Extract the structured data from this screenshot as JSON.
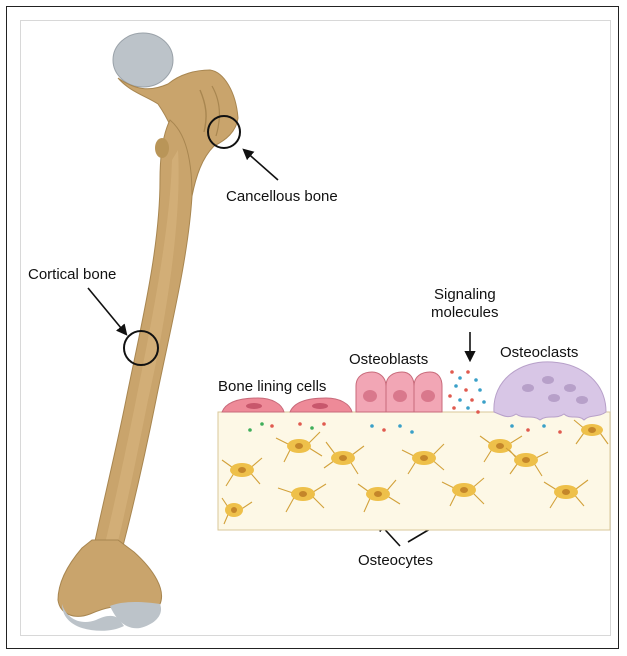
{
  "labels": {
    "cancellous_bone": "Cancellous bone",
    "cortical_bone": "Cortical bone",
    "signaling_line1": "Signaling",
    "signaling_line2": "molecules",
    "osteoblasts": "Osteoblasts",
    "osteoclasts": "Osteoclasts",
    "bone_lining_cells": "Bone lining cells",
    "osteocytes": "Osteocytes"
  },
  "colors": {
    "bone": "#c9a46c",
    "bone_shadow": "#a88650",
    "cartilage": "#bcc3c9",
    "matrix": "#fdf8e6",
    "osteocyte": "#eec04a",
    "osteoblast": "#f2a6b5",
    "lining_cell": "#ee8a98",
    "osteoclast": "#d8c6e6"
  }
}
